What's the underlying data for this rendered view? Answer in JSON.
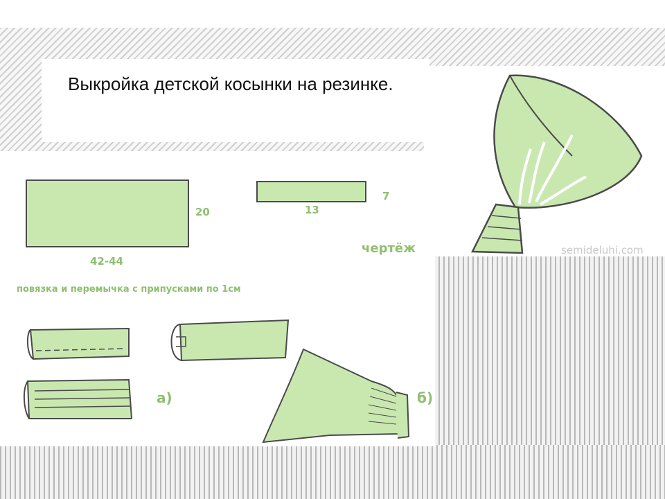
{
  "slide": {
    "title": "Выкройка детской косынки на резинке."
  },
  "drawing": {
    "band_width": "42-44",
    "band_height": "20",
    "strap_width": "13",
    "strap_height": "7",
    "drawing_label": "чертёж",
    "allowance_note": "повязка и перемычка с припусками по 1см",
    "step_a": "а)",
    "step_b": "б)",
    "watermark": "semideluhi.com"
  },
  "colors": {
    "fabric": "#c9e8b0",
    "outline": "#4a4a4a",
    "label": "#8fbf70"
  }
}
